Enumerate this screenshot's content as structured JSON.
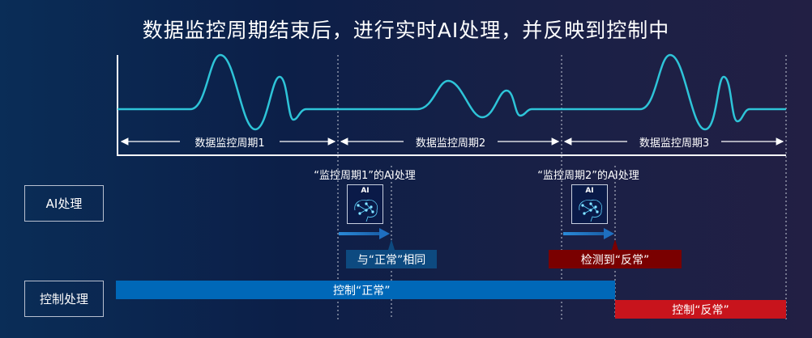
{
  "title": "数据监控周期结束后，进行实时AI处理，并反映到控制中",
  "periods": [
    "数据监控周期1",
    "数据监控周期2",
    "数据监控周期3"
  ],
  "ai_labels": [
    "“监控周期1”的AI处理",
    "“监控周期2”的AI处理"
  ],
  "ai_icon_text": "AI",
  "rows": {
    "ai": "AI处理",
    "control": "控制处理"
  },
  "results": {
    "normal_same": "与“正常”相同",
    "detect_abnormal": "检测到“反常”"
  },
  "control": {
    "normal": "控制“正常”",
    "abnormal": "控制“反常”"
  },
  "colors": {
    "wave": "#2ec4d8",
    "normal": "#0068b8",
    "abnormal": "#c8141c",
    "result_normal": "#0d4a80",
    "result_abnormal": "#7a0000"
  }
}
